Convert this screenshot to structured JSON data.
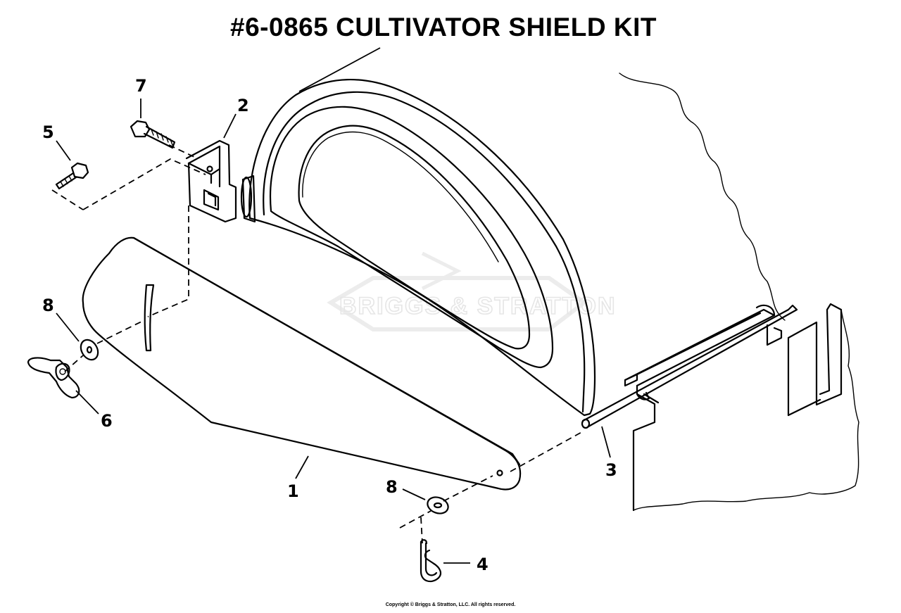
{
  "title": "#6-0865 CULTIVATOR SHIELD KIT",
  "copyright": "Copyright © Briggs & Stratton, LLC. All rights reserved.",
  "watermark": "BRIGGS & STRATTON",
  "callouts": {
    "c1": "1",
    "c2": "2",
    "c3": "3",
    "c4": "4",
    "c5": "5",
    "c6": "6",
    "c7": "7",
    "c8a": "8",
    "c8b": "8"
  },
  "colors": {
    "line": "#000000",
    "watermark": "#e6e6e6",
    "background": "#ffffff"
  }
}
